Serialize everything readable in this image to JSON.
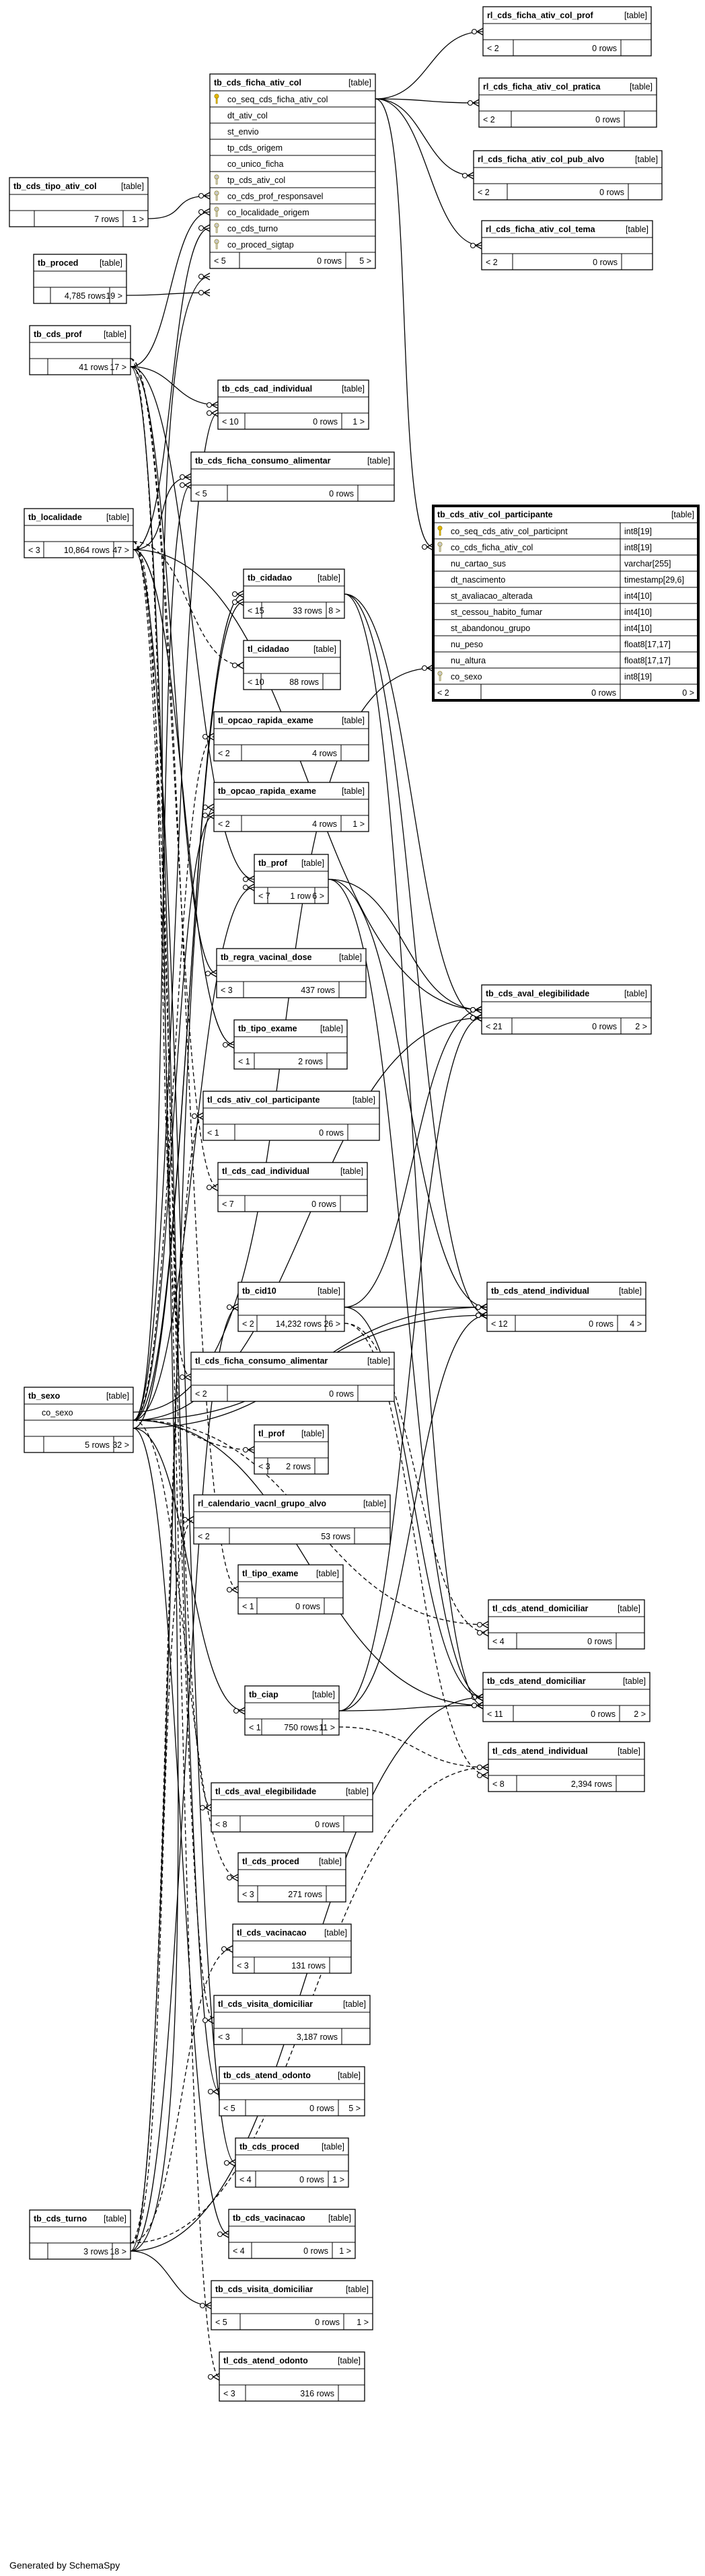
{
  "footer": "Generated by SchemaSpy",
  "tables": [
    {
      "name": "rl_cds_ficha_ativ_col_prof",
      "type": "[table]",
      "fields": [
        ""
      ],
      "summary": {
        "left": "< 2",
        "rows": "0 rows",
        "right": ""
      }
    },
    {
      "name": "tb_cds_ficha_ativ_col",
      "type": "[table]",
      "fields": [
        {
          "label": "co_seq_cds_ficha_ativ_col",
          "key": "pk"
        },
        {
          "label": "dt_ativ_col"
        },
        {
          "label": "st_envio"
        },
        {
          "label": "tp_cds_origem"
        },
        {
          "label": "co_unico_ficha"
        },
        {
          "label": "tp_cds_ativ_col",
          "key": "fk"
        },
        {
          "label": "co_cds_prof_responsavel",
          "key": "fk"
        },
        {
          "label": "co_localidade_origem",
          "key": "fk"
        },
        {
          "label": "co_cds_turno",
          "key": "fk"
        },
        {
          "label": "co_proced_sigtap",
          "key": "fk"
        }
      ],
      "summary": {
        "left": "< 5",
        "rows": "0 rows",
        "right": "5 >"
      }
    },
    {
      "name": "rl_cds_ficha_ativ_col_pratica",
      "type": "[table]",
      "fields": [
        ""
      ],
      "summary": {
        "left": "< 2",
        "rows": "0 rows",
        "right": ""
      }
    },
    {
      "name": "rl_cds_ficha_ativ_col_pub_alvo",
      "type": "[table]",
      "fields": [
        ""
      ],
      "summary": {
        "left": "< 2",
        "rows": "0 rows",
        "right": ""
      }
    },
    {
      "name": "tb_cds_tipo_ativ_col",
      "type": "[table]",
      "fields": [
        ""
      ],
      "summary": {
        "left": "",
        "rows": "7 rows",
        "right": "1 >"
      }
    },
    {
      "name": "rl_cds_ficha_ativ_col_tema",
      "type": "[table]",
      "fields": [
        ""
      ],
      "summary": {
        "left": "< 2",
        "rows": "0 rows",
        "right": ""
      }
    },
    {
      "name": "tb_proced",
      "type": "[table]",
      "fields": [
        ""
      ],
      "summary": {
        "left": "",
        "rows": "4,785 rows",
        "right": "19 >"
      }
    },
    {
      "name": "tb_cds_prof",
      "type": "[table]",
      "fields": [
        ""
      ],
      "summary": {
        "left": "",
        "rows": "41 rows",
        "right": "17 >"
      }
    },
    {
      "name": "tb_cds_cad_individual",
      "type": "[table]",
      "fields": [
        ""
      ],
      "summary": {
        "left": "< 10",
        "rows": "0 rows",
        "right": "1 >"
      }
    },
    {
      "name": "tb_cds_ficha_consumo_alimentar",
      "type": "[table]",
      "fields": [
        ""
      ],
      "summary": {
        "left": "< 5",
        "rows": "0 rows",
        "right": ""
      }
    },
    {
      "name": "tb_cds_ativ_col_participante",
      "type": "[table]",
      "fields": [
        {
          "label": "co_seq_cds_ativ_col_participnt",
          "key": "pk",
          "dtype": "int8[19]"
        },
        {
          "label": "co_cds_ficha_ativ_col",
          "key": "fk",
          "dtype": "int8[19]"
        },
        {
          "label": "nu_cartao_sus",
          "dtype": "varchar[255]"
        },
        {
          "label": "dt_nascimento",
          "dtype": "timestamp[29,6]"
        },
        {
          "label": "st_avaliacao_alterada",
          "dtype": "int4[10]"
        },
        {
          "label": "st_cessou_habito_fumar",
          "dtype": "int4[10]"
        },
        {
          "label": "st_abandonou_grupo",
          "dtype": "int4[10]"
        },
        {
          "label": "nu_peso",
          "dtype": "float8[17,17]"
        },
        {
          "label": "nu_altura",
          "dtype": "float8[17,17]"
        },
        {
          "label": "co_sexo",
          "key": "fk",
          "dtype": "int8[19]"
        }
      ],
      "summary": {
        "left": "< 2",
        "rows": "0 rows",
        "right": "0 >"
      }
    },
    {
      "name": "tb_localidade",
      "type": "[table]",
      "fields": [
        ""
      ],
      "summary": {
        "left": "< 3",
        "rows": "10,864 rows",
        "right": "47 >"
      }
    },
    {
      "name": "tb_cidadao",
      "type": "[table]",
      "fields": [
        ""
      ],
      "summary": {
        "left": "< 15",
        "rows": "33 rows",
        "right": "8 >"
      }
    },
    {
      "name": "tl_cidadao",
      "type": "[table]",
      "fields": [
        ""
      ],
      "summary": {
        "left": "< 10",
        "rows": "88 rows",
        "right": ""
      }
    },
    {
      "name": "tl_opcao_rapida_exame",
      "type": "[table]",
      "fields": [
        ""
      ],
      "summary": {
        "left": "< 2",
        "rows": "4 rows",
        "right": ""
      }
    },
    {
      "name": "tb_opcao_rapida_exame",
      "type": "[table]",
      "fields": [
        ""
      ],
      "summary": {
        "left": "< 2",
        "rows": "4 rows",
        "right": "1 >"
      }
    },
    {
      "name": "tb_prof",
      "type": "[table]",
      "fields": [
        ""
      ],
      "summary": {
        "left": "< 7",
        "rows": "1 row",
        "right": "6 >"
      }
    },
    {
      "name": "tb_regra_vacinal_dose",
      "type": "[table]",
      "fields": [
        ""
      ],
      "summary": {
        "left": "< 3",
        "rows": "437 rows",
        "right": ""
      }
    },
    {
      "name": "tb_cds_aval_elegibilidade",
      "type": "[table]",
      "fields": [
        ""
      ],
      "summary": {
        "left": "< 21",
        "rows": "0 rows",
        "right": "2 >"
      }
    },
    {
      "name": "tb_tipo_exame",
      "type": "[table]",
      "fields": [
        ""
      ],
      "summary": {
        "left": "< 1",
        "rows": "2 rows",
        "right": ""
      }
    },
    {
      "name": "tl_cds_ativ_col_participante",
      "type": "[table]",
      "fields": [
        ""
      ],
      "summary": {
        "left": "< 1",
        "rows": "0 rows",
        "right": ""
      }
    },
    {
      "name": "tl_cds_cad_individual",
      "type": "[table]",
      "fields": [
        ""
      ],
      "summary": {
        "left": "< 7",
        "rows": "0 rows",
        "right": ""
      }
    },
    {
      "name": "tb_cid10",
      "type": "[table]",
      "fields": [
        ""
      ],
      "summary": {
        "left": "< 2",
        "rows": "14,232 rows",
        "right": "26 >"
      }
    },
    {
      "name": "tb_cds_atend_individual",
      "type": "[table]",
      "fields": [
        ""
      ],
      "summary": {
        "left": "< 12",
        "rows": "0 rows",
        "right": "4 >"
      }
    },
    {
      "name": "tl_cds_ficha_consumo_alimentar",
      "type": "[table]",
      "fields": [
        ""
      ],
      "summary": {
        "left": "< 2",
        "rows": "0 rows",
        "right": ""
      }
    },
    {
      "name": "tb_sexo",
      "type": "[table]",
      "fields": [
        {
          "label": "co_sexo"
        },
        ""
      ],
      "summary": {
        "left": "",
        "rows": "5 rows",
        "right": "32 >"
      }
    },
    {
      "name": "tl_prof",
      "type": "[table]",
      "fields": [
        ""
      ],
      "summary": {
        "left": "< 3",
        "rows": "2 rows",
        "right": ""
      }
    },
    {
      "name": "rl_calendario_vacnl_grupo_alvo",
      "type": "[table]",
      "fields": [
        ""
      ],
      "summary": {
        "left": "< 2",
        "rows": "53 rows",
        "right": ""
      }
    },
    {
      "name": "tl_tipo_exame",
      "type": "[table]",
      "fields": [
        ""
      ],
      "summary": {
        "left": "< 1",
        "rows": "0 rows",
        "right": ""
      }
    },
    {
      "name": "tl_cds_atend_domiciliar",
      "type": "[table]",
      "fields": [
        ""
      ],
      "summary": {
        "left": "< 4",
        "rows": "0 rows",
        "right": ""
      }
    },
    {
      "name": "tb_ciap",
      "type": "[table]",
      "fields": [
        ""
      ],
      "summary": {
        "left": "< 1",
        "rows": "750 rows",
        "right": "11 >"
      }
    },
    {
      "name": "tb_cds_atend_domiciliar",
      "type": "[table]",
      "fields": [
        ""
      ],
      "summary": {
        "left": "< 11",
        "rows": "0 rows",
        "right": "2 >"
      }
    },
    {
      "name": "tl_cds_atend_individual",
      "type": "[table]",
      "fields": [
        ""
      ],
      "summary": {
        "left": "< 8",
        "rows": "2,394 rows",
        "right": ""
      }
    },
    {
      "name": "tl_cds_aval_elegibilidade",
      "type": "[table]",
      "fields": [
        ""
      ],
      "summary": {
        "left": "< 8",
        "rows": "0 rows",
        "right": ""
      }
    },
    {
      "name": "tl_cds_proced",
      "type": "[table]",
      "fields": [
        ""
      ],
      "summary": {
        "left": "< 3",
        "rows": "271 rows",
        "right": ""
      }
    },
    {
      "name": "tl_cds_vacinacao",
      "type": "[table]",
      "fields": [
        ""
      ],
      "summary": {
        "left": "< 3",
        "rows": "131 rows",
        "right": ""
      }
    },
    {
      "name": "tl_cds_visita_domiciliar",
      "type": "[table]",
      "fields": [
        ""
      ],
      "summary": {
        "left": "< 3",
        "rows": "3,187 rows",
        "right": ""
      }
    },
    {
      "name": "tb_cds_atend_odonto",
      "type": "[table]",
      "fields": [
        ""
      ],
      "summary": {
        "left": "< 5",
        "rows": "0 rows",
        "right": "5 >"
      }
    },
    {
      "name": "tb_cds_proced",
      "type": "[table]",
      "fields": [
        ""
      ],
      "summary": {
        "left": "< 4",
        "rows": "0 rows",
        "right": "1 >"
      }
    },
    {
      "name": "tb_cds_turno",
      "type": "[table]",
      "fields": [
        ""
      ],
      "summary": {
        "left": "",
        "rows": "3 rows",
        "right": "18 >"
      }
    },
    {
      "name": "tb_cds_vacinacao",
      "type": "[table]",
      "fields": [
        ""
      ],
      "summary": {
        "left": "< 4",
        "rows": "0 rows",
        "right": "1 >"
      }
    },
    {
      "name": "tb_cds_visita_domiciliar",
      "type": "[table]",
      "fields": [
        ""
      ],
      "summary": {
        "left": "< 5",
        "rows": "0 rows",
        "right": "1 >"
      }
    },
    {
      "name": "tl_cds_atend_odonto",
      "type": "[table]",
      "fields": [
        ""
      ],
      "summary": {
        "left": "< 3",
        "rows": "316 rows",
        "right": ""
      }
    }
  ]
}
